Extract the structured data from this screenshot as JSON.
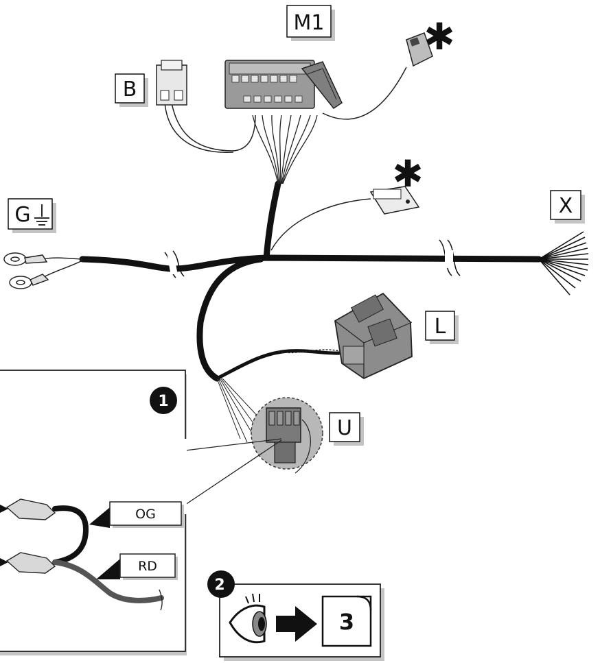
{
  "labels": {
    "m1": "M1",
    "b": "B",
    "g": "G",
    "x": "X",
    "l": "L",
    "u": "U",
    "star_top": "✱",
    "star_mid": "✱"
  },
  "callouts": {
    "one": "1",
    "two": "2"
  },
  "wire_tags": {
    "og": "OG",
    "rd": "RD"
  },
  "reference": {
    "page": "3"
  },
  "icons": {
    "ground": "ground-symbol-icon",
    "eye": "eye-icon",
    "arrow": "arrow-right-icon"
  },
  "colors": {
    "harness": "#111111",
    "connector_grey": "#8c8c8c",
    "connector_light": "#d9d9d9",
    "box_shadow": "#c4c4c4",
    "rd_wire": "#555555"
  }
}
